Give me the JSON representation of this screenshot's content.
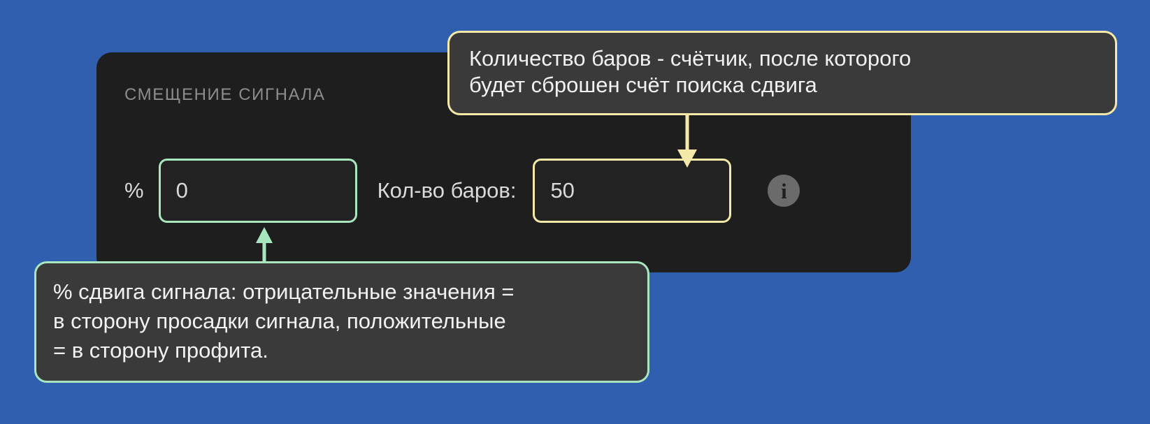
{
  "background_color": "#2f5fae",
  "panel": {
    "title": "СМЕЩЕНИЕ СИГНАЛА",
    "background_color": "#1e1e1e",
    "fields": {
      "percent": {
        "label": "%",
        "value": "0",
        "border_color": "#a8e6c0"
      },
      "bars": {
        "label": "Кол-во баров:",
        "value": "50",
        "border_color": "#f4e9a8"
      }
    },
    "info_icon": {
      "name": "info-icon",
      "glyph": "i"
    }
  },
  "tooltips": {
    "bars": {
      "accent_color": "#f4e9a8",
      "lines": [
        "Количество баров - счётчик, после которого",
        "будет сброшен счёт поиска сдвига"
      ]
    },
    "percent": {
      "accent_color": "#a8e6c0",
      "lines": [
        "% сдвига сигнала: отрицательные значения =",
        "в сторону просадки сигнала, положительные",
        "= в сторону профита."
      ]
    }
  }
}
